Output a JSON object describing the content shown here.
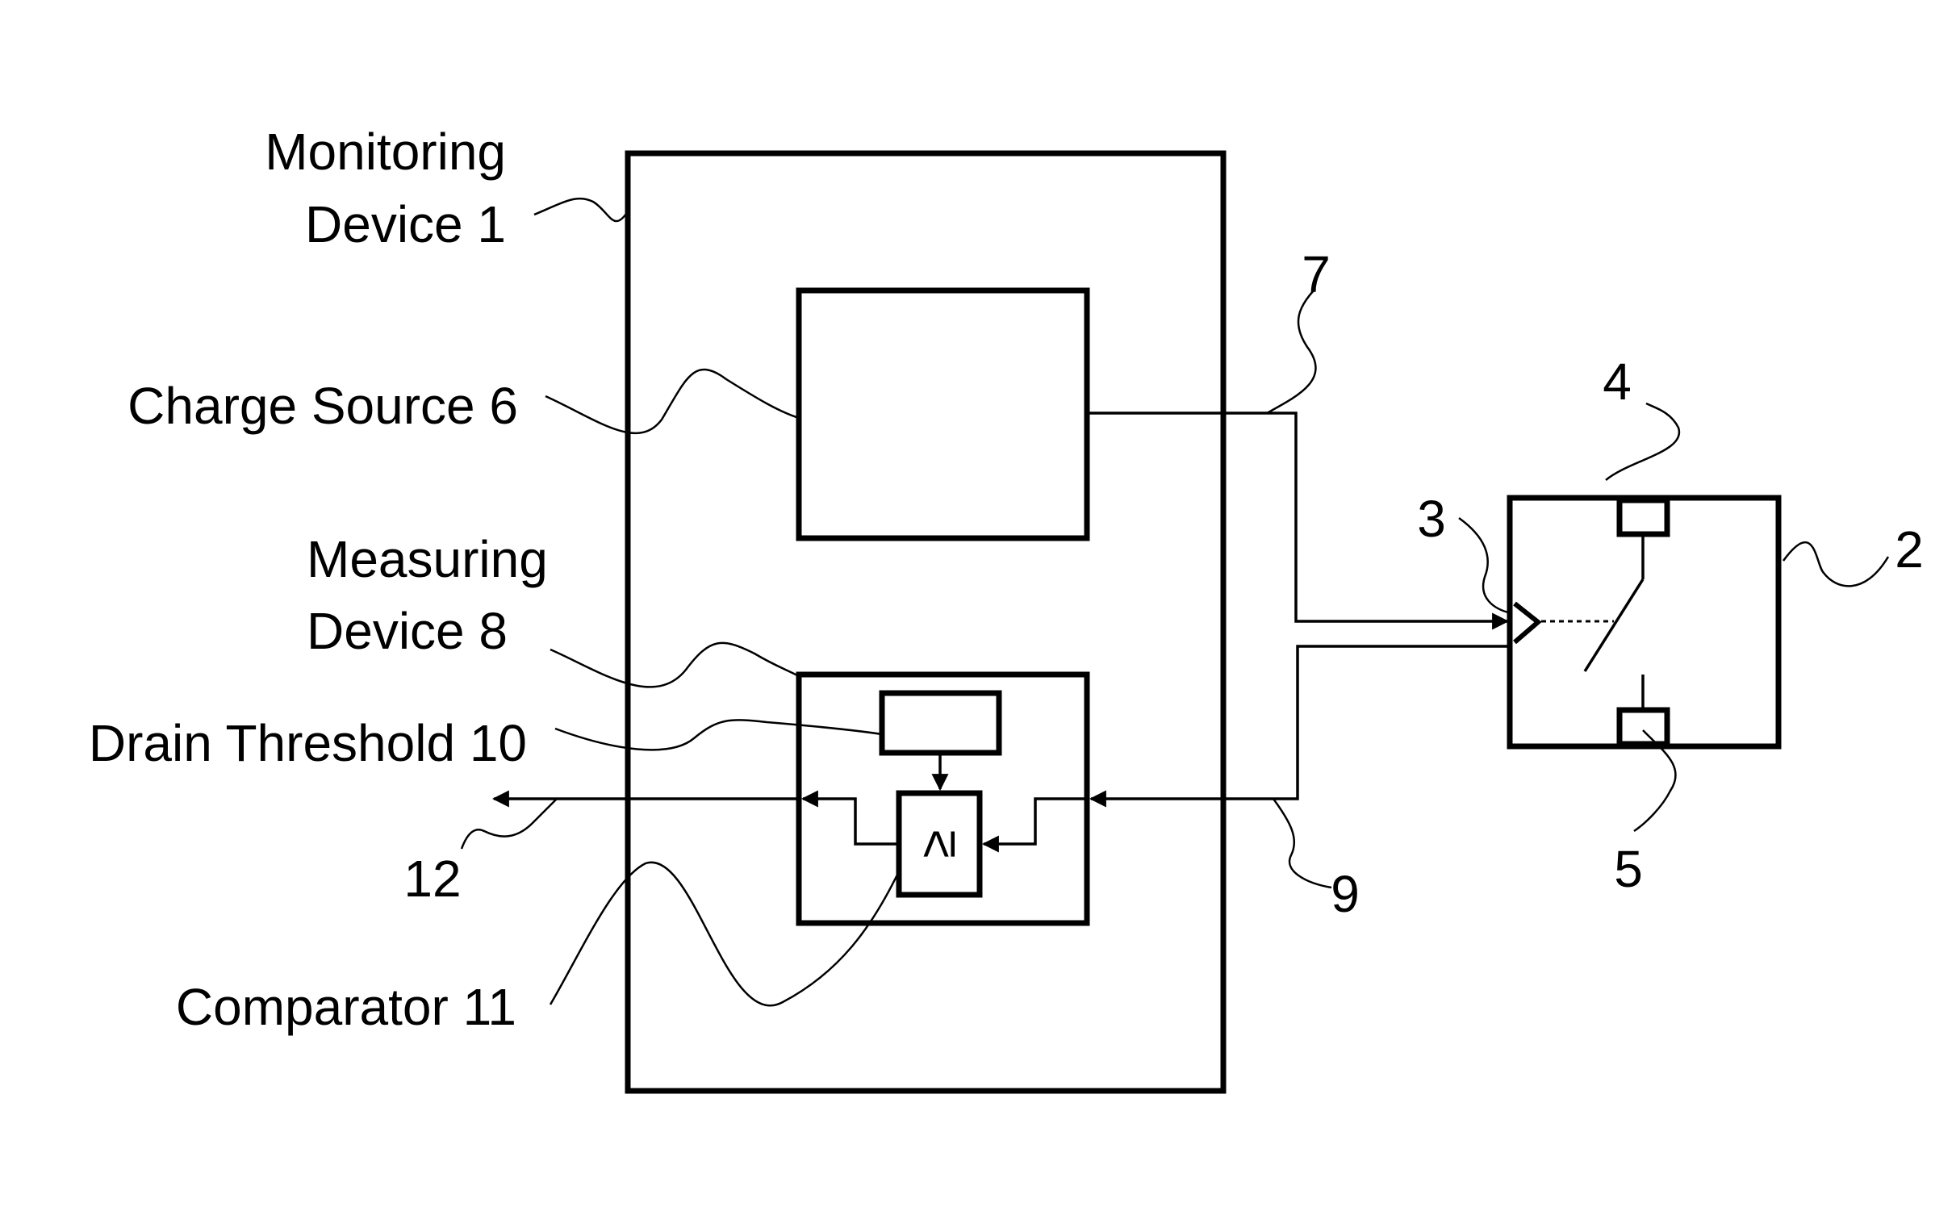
{
  "labels": {
    "monitoring_device_line1": "Monitoring",
    "monitoring_device_line2": "Device 1",
    "charge_source": "Charge Source 6",
    "measuring_device_line1": "Measuring",
    "measuring_device_line2": "Device 8",
    "drain_threshold": "Drain Threshold 10",
    "comparator": "Comparator 11",
    "comparator_symbol": "≥",
    "ref_2": "2",
    "ref_3": "3",
    "ref_4": "4",
    "ref_5": "5",
    "ref_7": "7",
    "ref_9": "9",
    "ref_12": "12"
  }
}
